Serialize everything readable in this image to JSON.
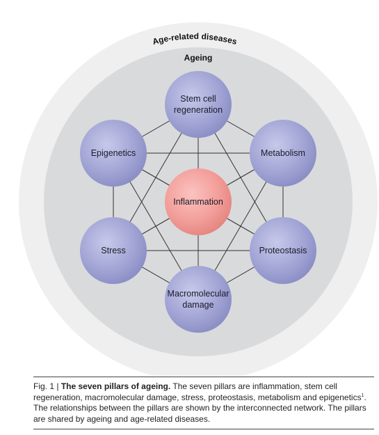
{
  "diagram": {
    "outer_ring_label": "Age-related diseases",
    "inner_ring_label": "Ageing",
    "nodes": {
      "stem": [
        "Stem cell",
        "regeneration"
      ],
      "epigenetics": [
        "Epigenetics"
      ],
      "metabolism": [
        "Metabolism"
      ],
      "inflammation": [
        "Inflammation"
      ],
      "stress": [
        "Stress"
      ],
      "proteostasis": [
        "Proteostasis"
      ],
      "macro": [
        "Macromolecular",
        "damage"
      ]
    },
    "colors": {
      "outer_ring": "#efefef",
      "inner_ring": "#d9dadc",
      "pillar": "#9ea1cf",
      "inflammation": "#f0918d",
      "links": "#333333"
    }
  },
  "caption": {
    "fig_label": "Fig. 1 |",
    "title": "The seven pillars of ageing.",
    "text_1": "The seven pillars are inflammation, stem cell regeneration, macromolecular damage, stress, proteostasis, metabolism and epigenetics",
    "ref": "1",
    "text_2": ". The relationships between the pillars are shown by the interconnected network. The pillars are shared by ageing and age-related diseases."
  }
}
